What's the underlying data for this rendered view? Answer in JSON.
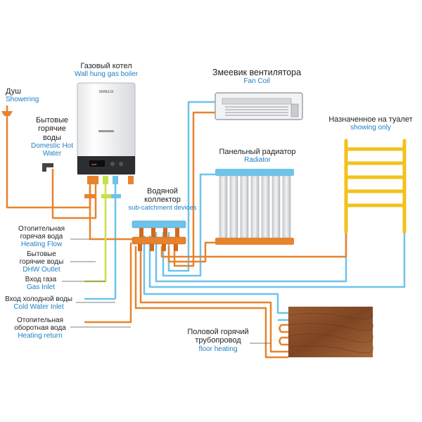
{
  "labels": {
    "boiler": {
      "ru": "Газовый котел",
      "en": "Wall hung gas boiler"
    },
    "shower": {
      "ru": "Душ",
      "en": "Showering"
    },
    "dhw": {
      "ru": "Бытовые\nгорячие\nводы",
      "en": "Domestic Hot\nWater"
    },
    "fancoil": {
      "ru": "Змеевик вентилятора",
      "en": "Fan Coil"
    },
    "towel": {
      "ru": "Назначенное на туалет",
      "en": "showing only"
    },
    "radiator": {
      "ru": "Панельный радиатор",
      "en": "Radiator"
    },
    "collector": {
      "ru": "Водяной\nколлектор",
      "en": "sub-catchment devices"
    },
    "heating_flow": {
      "ru": "Отопительная\nгорячая вода",
      "en": "Heating Flow"
    },
    "dhw_outlet": {
      "ru": "Бытовые\nгорячие воды",
      "en": "DHW Outlet"
    },
    "gas_inlet": {
      "ru": "Вход газа",
      "en": "Gas Inlet"
    },
    "cold_inlet": {
      "ru": "Вход холодной воды",
      "en": "Cold Water Inlet"
    },
    "heating_return": {
      "ru": "Отопительная\nоборотная вода",
      "en": "Heating return"
    },
    "floor": {
      "ru": "Половой горячий\nтрубопровод",
      "en": "floor heating"
    }
  },
  "boiler_brand": "SMIEUX",
  "colors": {
    "hot_pipe": "#e8832c",
    "cold_pipe": "#6ec3ea",
    "gas_pipe": "#c8e04a",
    "towel_rail": "#f2c21d",
    "en_text": "#1e7fc4",
    "floor_wood": "#8a4f2a"
  }
}
